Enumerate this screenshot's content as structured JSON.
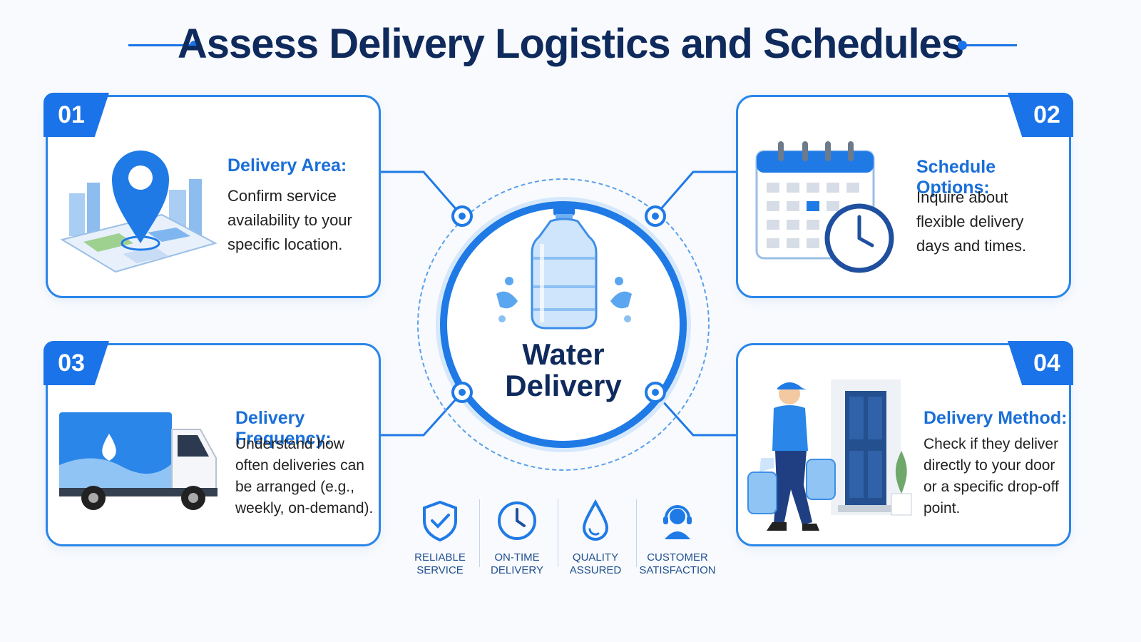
{
  "title": "Assess Delivery Logistics and Schedules",
  "center": {
    "line1": "Water",
    "line2": "Delivery"
  },
  "cards": [
    {
      "number": "01",
      "heading": "Delivery Area:",
      "text": "Confirm service availability to your specific location.",
      "icon": "map-location-icon"
    },
    {
      "number": "02",
      "heading": "Schedule Options:",
      "text": "Inquire about flexible delivery days and times.",
      "icon": "calendar-clock-icon"
    },
    {
      "number": "03",
      "heading": "Delivery Frequency:",
      "text": "Understand how often deliveries can be arranged (e.g., weekly, on-demand).",
      "icon": "delivery-truck-icon"
    },
    {
      "number": "04",
      "heading": "Delivery Method:",
      "text": "Check if they deliver directly to your door or a specific drop-off point.",
      "icon": "delivery-person-icon"
    }
  ],
  "features": [
    {
      "label1": "RELIABLE",
      "label2": "SERVICE",
      "icon": "shield-check-icon"
    },
    {
      "label1": "ON-TIME",
      "label2": "DELIVERY",
      "icon": "clock-icon"
    },
    {
      "label1": "QUALITY",
      "label2": "ASSURED",
      "icon": "water-drop-icon"
    },
    {
      "label1": "CUSTOMER",
      "label2": "SATISFACTION",
      "icon": "headset-agent-icon"
    }
  ],
  "colors": {
    "accent": "#1a73e8",
    "title": "#0f2a5c",
    "heading": "#1a6fd8"
  }
}
